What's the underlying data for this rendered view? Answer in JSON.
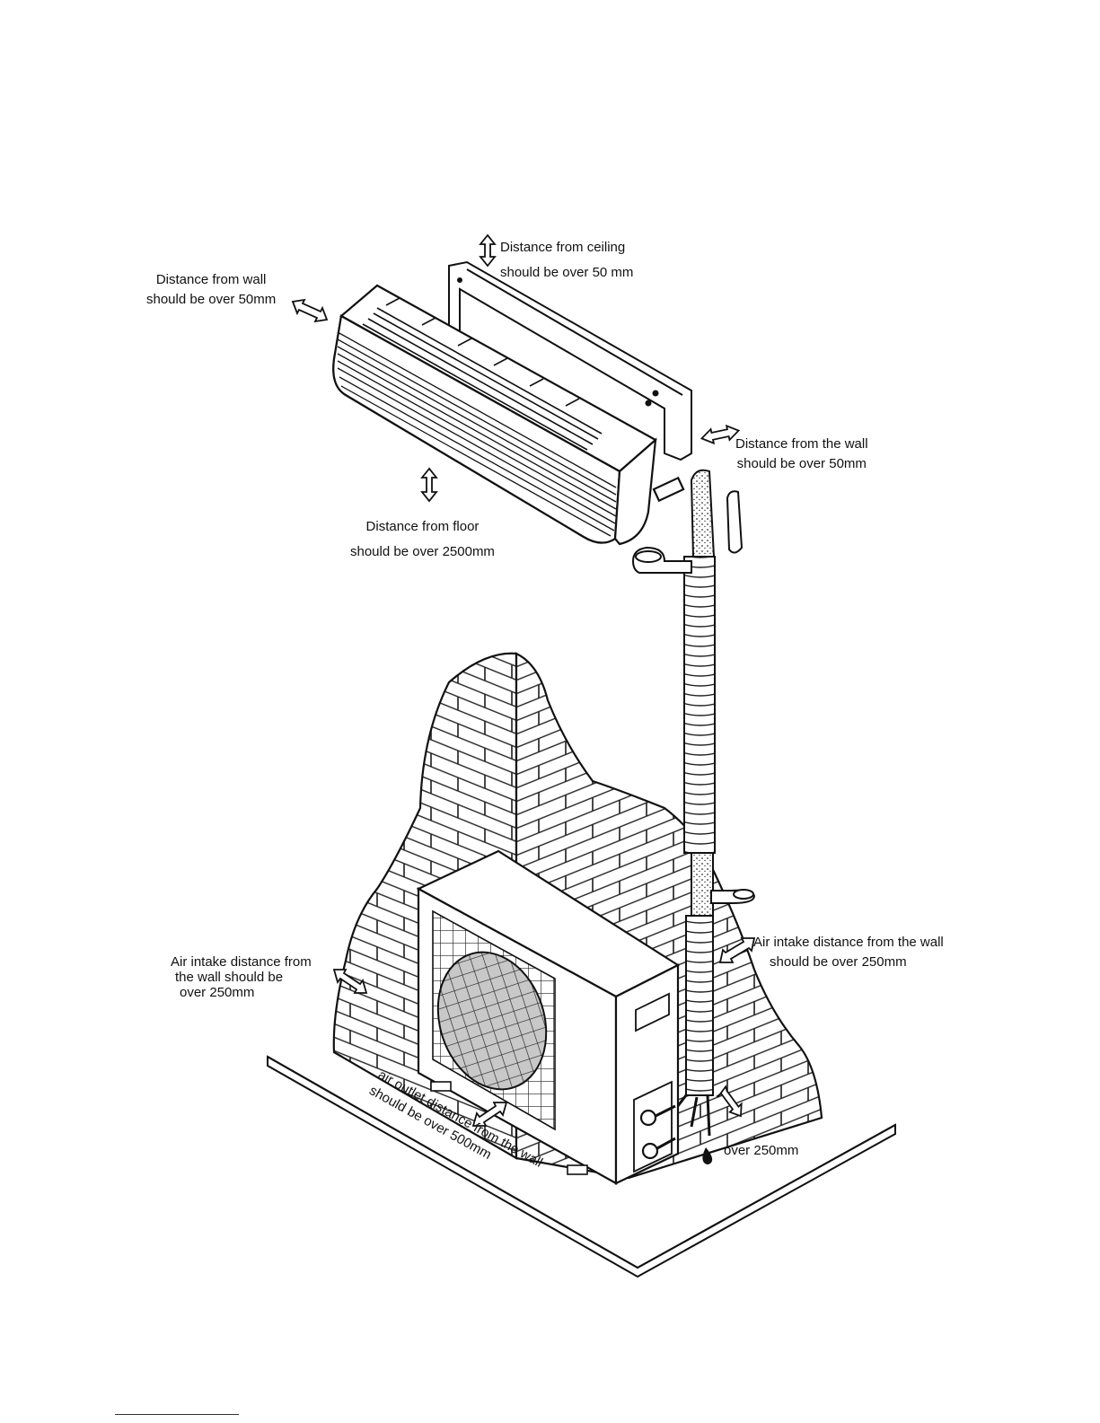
{
  "labels": {
    "ceiling": {
      "line1": "Distance from ceiling",
      "line2": "should be over 50 mm"
    },
    "wall_left": {
      "line1": "Distance from wall",
      "line2": "should be over 50mm"
    },
    "wall_right": {
      "line1": "Distance from the wall",
      "line2": "should be over 50mm"
    },
    "floor": {
      "line1": "Distance from floor",
      "line2": "should be over 2500mm"
    },
    "intake_left": {
      "line1": "Air intake distance from",
      "line2": "the wall should be",
      "line3": "over 250mm"
    },
    "intake_right": {
      "line1": "Air intake distance from  the wall",
      "line2": "should be over 250mm"
    },
    "outlet": {
      "line1": "air outlet distance from the wall",
      "line2": "should be over 500mm"
    },
    "front": {
      "line1": "over 250mm"
    }
  },
  "colors": {
    "ink": "#111111",
    "fan_fill": "#c8c8c8",
    "pipe_insulation": "#e6e6e6",
    "background": "#ffffff"
  },
  "icons": [
    "double-arrow-icon",
    "water-drop-icon"
  ]
}
